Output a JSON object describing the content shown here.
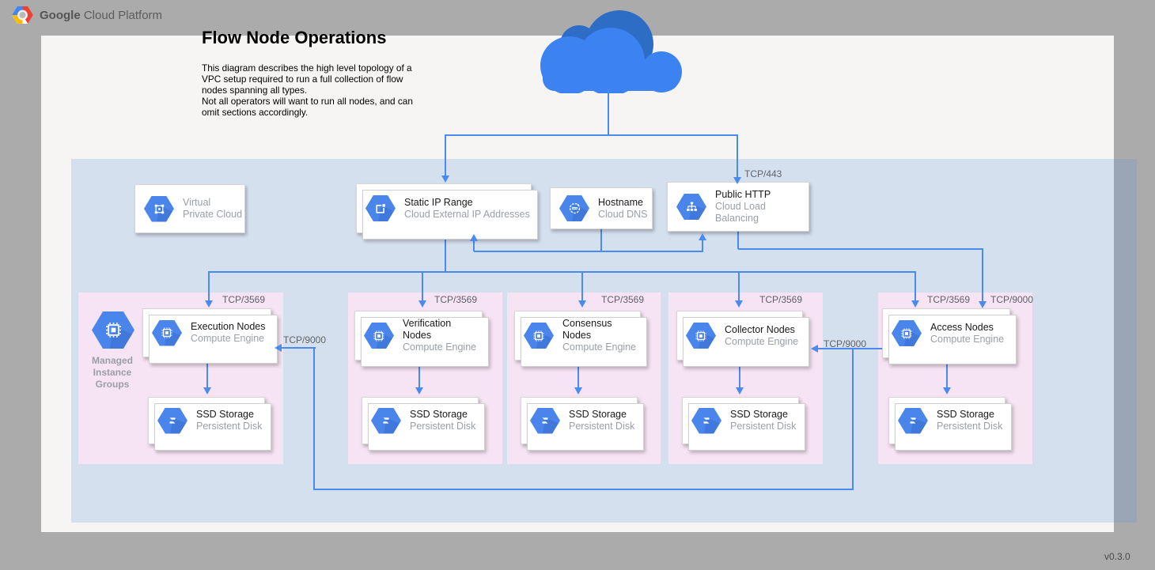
{
  "header": {
    "brand_bold": "Google",
    "brand_rest": " Cloud Platform"
  },
  "title": "Flow Node Operations",
  "description": "This diagram describes the high level topology of a VPC setup required to run a full collection of flow nodes spanning all types.\nNot all operators will want to run all nodes, and can omit sections accordingly.",
  "version": "v0.3.0",
  "colors": {
    "background": "#ababab",
    "canvas": "#f7f5f3",
    "vpc_region": "#deeefa",
    "node_region": "#f6e3f3",
    "connector": "#4a8bf0",
    "hexagon": "#4a85ec",
    "cloud_light": "#3c82f0",
    "cloud_dark": "#2d6dc5"
  },
  "icons": {
    "logo": "gcp-logo",
    "cloud": "cloud-icon",
    "vpc": "vpc-icon",
    "static_ip": "external-ip-icon",
    "dns": "dns-icon",
    "lb": "load-balancer-icon",
    "compute": "compute-engine-icon",
    "disk": "persistent-disk-icon",
    "mig": "managed-instance-groups-icon"
  },
  "cards": {
    "vpc": {
      "title": "Virtual",
      "subtitle": "Private Cloud"
    },
    "static_ip": {
      "title": "Static IP Range",
      "subtitle": "Cloud External IP Addresses"
    },
    "hostname": {
      "title": "Hostname",
      "subtitle": "Cloud DNS"
    },
    "public_http": {
      "title": "Public HTTP",
      "subtitle": "Cloud Load Balancing"
    }
  },
  "mig_label": "Managed\nInstance\nGroups",
  "groups": [
    {
      "name": "Execution Nodes",
      "engine": "Compute Engine",
      "storage": "SSD Storage",
      "disk": "Persistent Disk"
    },
    {
      "name": "Verification Nodes",
      "engine": "Compute Engine",
      "storage": "SSD Storage",
      "disk": "Persistent Disk"
    },
    {
      "name": "Consensus Nodes",
      "engine": "Compute Engine",
      "storage": "SSD Storage",
      "disk": "Persistent Disk"
    },
    {
      "name": "Collector Nodes",
      "engine": "Compute Engine",
      "storage": "SSD Storage",
      "disk": "Persistent Disk"
    },
    {
      "name": "Access Nodes",
      "engine": "Compute Engine",
      "storage": "SSD Storage",
      "disk": "Persistent Disk"
    }
  ],
  "ports": {
    "https": "TCP/443",
    "flow": "TCP/3569",
    "access": "TCP/9000"
  }
}
